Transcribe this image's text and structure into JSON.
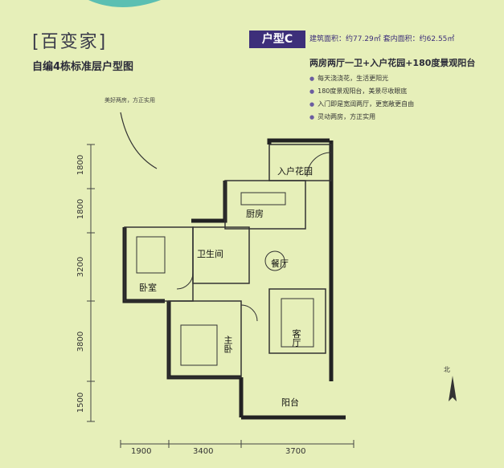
{
  "title": "[百变家]",
  "subtitle": "自编4栋标准层户型图",
  "unit_badge": "户型C",
  "area_text": "建筑面积：约77.29㎡   套内面积：约62.55㎡",
  "headline": "两房两厅一卫+入户花园+180度景观阳台",
  "features": [
    "每天浇浇花，生活更阳光",
    "180度景观阳台，美景尽收眼底",
    "入门即是宽阔两厅，更宽敞更自由",
    "灵动两房，方正实用"
  ],
  "handwriting": "美好两房，方正实用",
  "rooms": {
    "entry_garden": "入户花园",
    "kitchen": "厨房",
    "bathroom": "卫生间",
    "dining": "餐厅",
    "bedroom": "卧室",
    "master_bedroom": "主卧",
    "living": "客厅",
    "balcony": "阳台"
  },
  "dims_vertical": [
    "1800",
    "1800",
    "3200",
    "3800",
    "1500"
  ],
  "dims_horizontal": [
    "1900",
    "3400",
    "3700"
  ],
  "north_label": "北",
  "colors": {
    "accent": "#3d2f7a",
    "background": "#e6efb9",
    "wall": "#222222"
  }
}
